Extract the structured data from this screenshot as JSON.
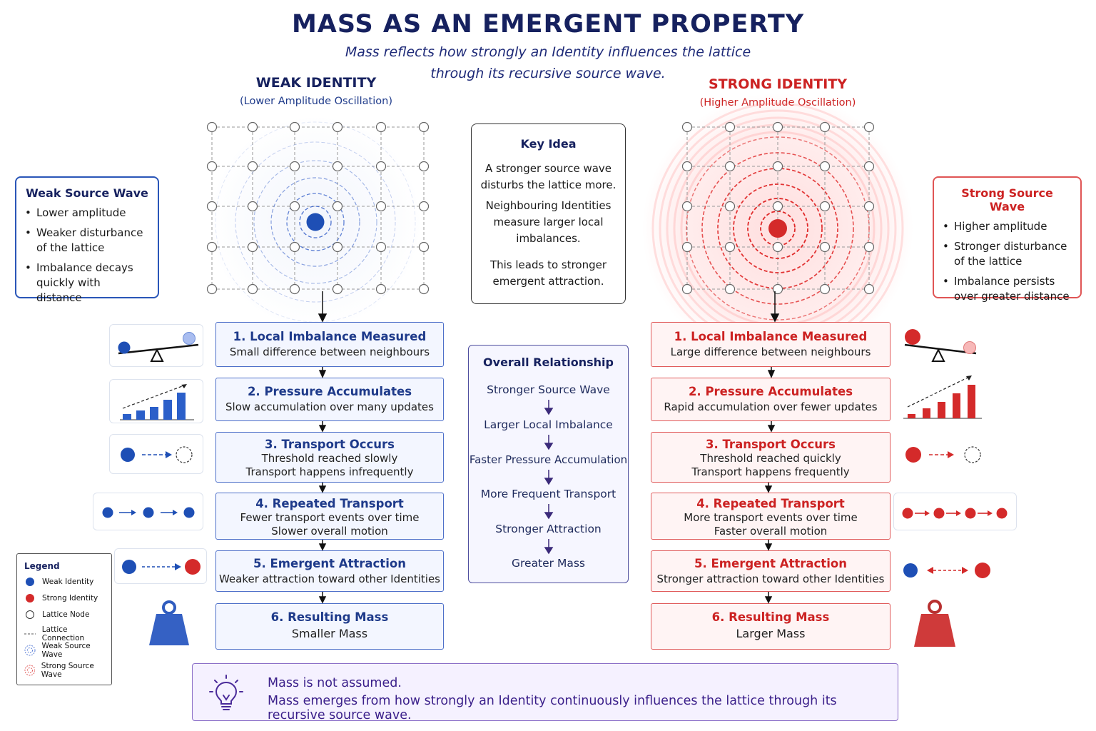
{
  "title": "MASS AS AN EMERGENT PROPERTY",
  "subtitle_line1": "Mass reflects how strongly an Identity influences the lattice",
  "subtitle_line2": "through its recursive source wave.",
  "weak": {
    "heading": "WEAK IDENTITY",
    "subheading": "(Lower Amplitude Oscillation)",
    "card": {
      "title": "Weak Source Wave",
      "bullets": [
        "Lower amplitude",
        "Weaker disturbance of the lattice",
        "Imbalance decays quickly with distance"
      ]
    },
    "steps": [
      {
        "title": "1. Local Imbalance Measured",
        "lines": [
          "Small difference between neighbours"
        ]
      },
      {
        "title": "2. Pressure Accumulates",
        "lines": [
          "Slow accumulation over many updates"
        ]
      },
      {
        "title": "3. Transport Occurs",
        "lines": [
          "Threshold reached slowly",
          "Transport happens infrequently"
        ]
      },
      {
        "title": "4. Repeated Transport",
        "lines": [
          "Fewer transport events over time",
          "Slower overall motion"
        ]
      },
      {
        "title": "5. Emergent Attraction",
        "lines": [
          "Weaker attraction toward other Identities"
        ]
      },
      {
        "title": "6. Resulting Mass",
        "lines": [
          "Smaller Mass"
        ]
      }
    ]
  },
  "strong": {
    "heading": "STRONG IDENTITY",
    "subheading": "(Higher Amplitude Oscillation)",
    "card": {
      "title": "Strong Source Wave",
      "bullets": [
        "Higher amplitude",
        "Stronger disturbance of the lattice",
        "Imbalance persists over greater distance"
      ]
    },
    "steps": [
      {
        "title": "1. Local Imbalance Measured",
        "lines": [
          "Large difference between neighbours"
        ]
      },
      {
        "title": "2. Pressure Accumulates",
        "lines": [
          "Rapid accumulation over fewer updates"
        ]
      },
      {
        "title": "3. Transport Occurs",
        "lines": [
          "Threshold reached quickly",
          "Transport happens frequently"
        ]
      },
      {
        "title": "4. Repeated Transport",
        "lines": [
          "More transport events over time",
          "Faster overall motion"
        ]
      },
      {
        "title": "5. Emergent Attraction",
        "lines": [
          "Stronger attraction toward other Identities"
        ]
      },
      {
        "title": "6. Resulting Mass",
        "lines": [
          "Larger Mass"
        ]
      }
    ]
  },
  "key_idea": {
    "title": "Key Idea",
    "p1": [
      "A stronger source wave",
      "disturbs the lattice more."
    ],
    "p2": [
      "Neighbouring Identities",
      "measure larger local",
      "imbalances."
    ],
    "p3": [
      "This leads to stronger",
      "emergent attraction."
    ]
  },
  "relationship": {
    "title": "Overall Relationship",
    "items": [
      "Stronger Source Wave",
      "Larger Local Imbalance",
      "Faster Pressure Accumulation",
      "More Frequent Transport",
      "Stronger Attraction",
      "Greater Mass"
    ]
  },
  "legend": {
    "title": "Legend",
    "items": [
      "Weak Identity",
      "Strong Identity",
      "Lattice Node",
      "Lattice Connection",
      "Weak Source Wave",
      "Strong Source Wave"
    ]
  },
  "banner": {
    "line1": "Mass is not assumed.",
    "line2": "Mass emerges from how strongly an Identity continuously influences the lattice through its recursive source wave."
  },
  "colors": {
    "weak": "#1e4fb5",
    "strong": "#d42a2a",
    "title": "#16215f",
    "banner": "#3a1f8a"
  },
  "icons": [
    "seesaw-icon",
    "bar-chart-icon",
    "transport-icon",
    "repeated-transport-icon",
    "attraction-icon",
    "weight-icon",
    "lightbulb-icon"
  ]
}
